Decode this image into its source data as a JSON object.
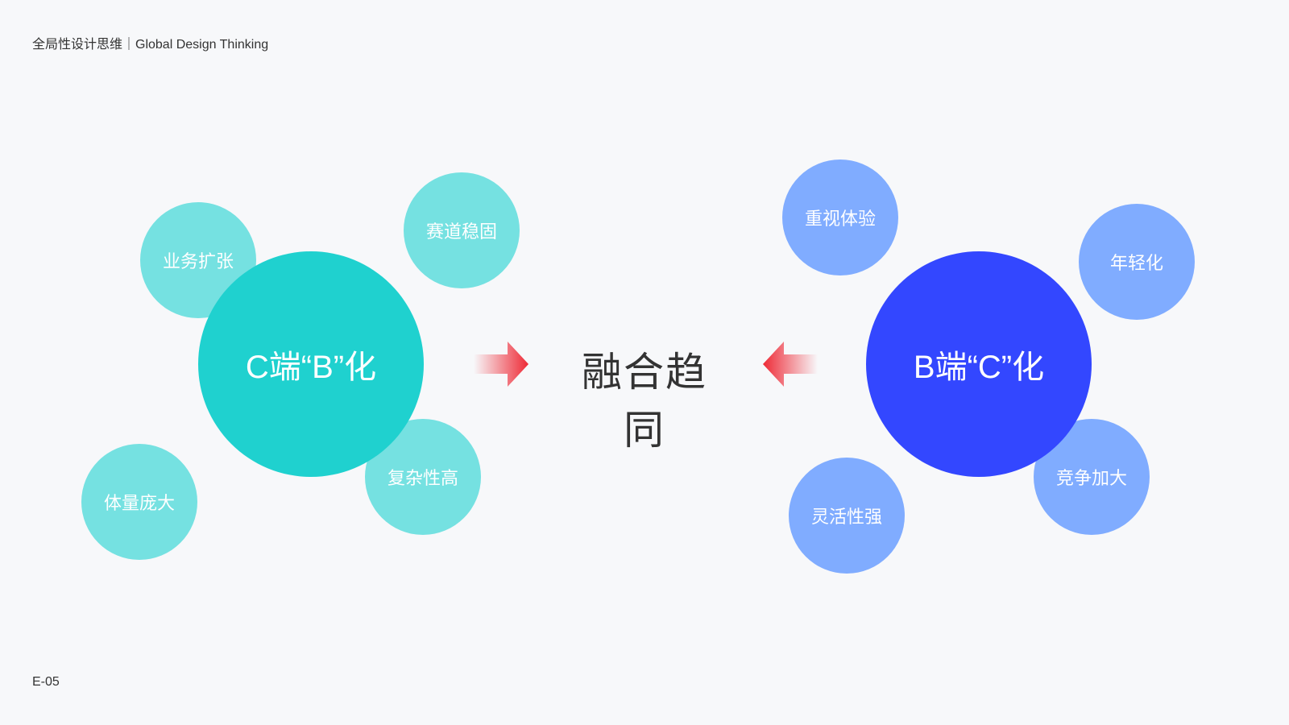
{
  "header": {
    "title": "全局性设计思维｜Global Design Thinking"
  },
  "footer": {
    "page": "E-05"
  },
  "center": {
    "label": "融合趋同"
  },
  "left": {
    "main": "C端“B”化",
    "items": [
      "业务扩张",
      "赛道稳固",
      "复杂性高",
      "体量庞大"
    ],
    "color_main": "#1fd1cf",
    "color_item": "#75e1e1"
  },
  "right": {
    "main": "B端“C”化",
    "items": [
      "重视体验",
      "年轻化",
      "竞争加大",
      "灵活性强"
    ],
    "color_main": "#3347ff",
    "color_item": "#80acff"
  },
  "arrow_color": "#ee2a36"
}
